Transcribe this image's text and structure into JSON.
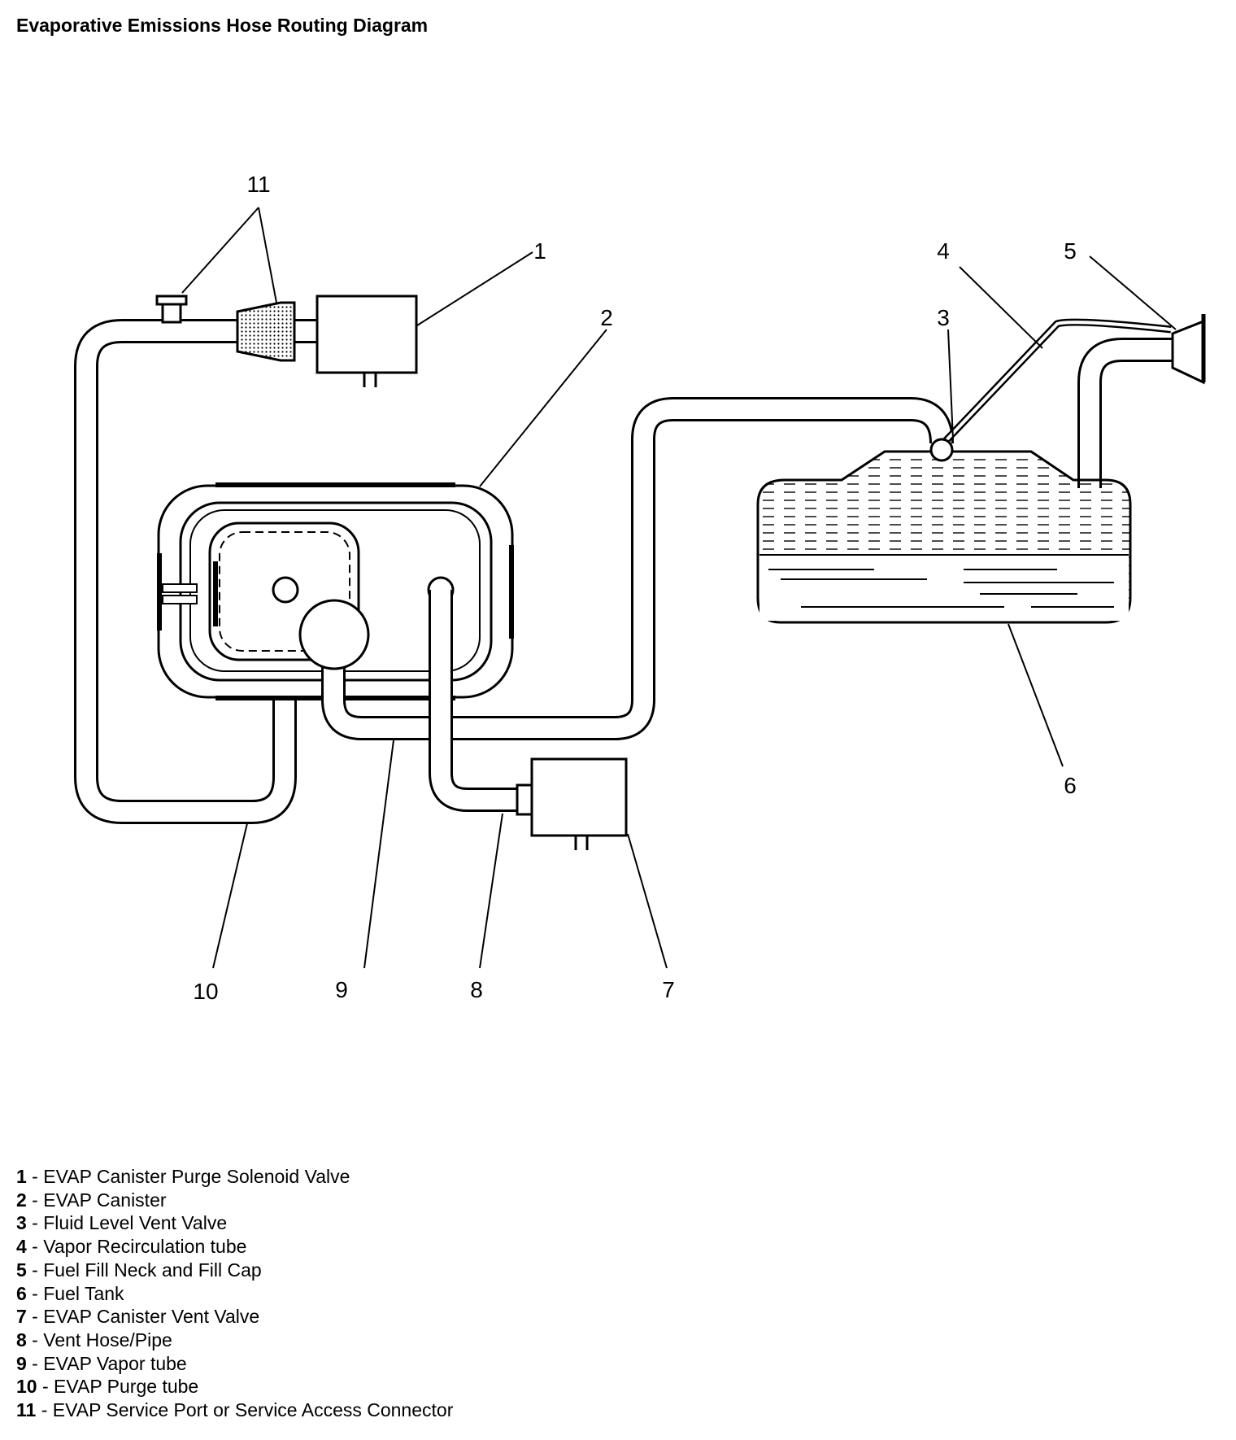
{
  "title": "Evaporative Emissions Hose Routing Diagram",
  "callouts": {
    "c1": "1",
    "c2": "2",
    "c3": "3",
    "c4": "4",
    "c5": "5",
    "c6": "6",
    "c7": "7",
    "c8": "8",
    "c9": "9",
    "c10": "10",
    "c11": "11"
  },
  "legend": [
    {
      "num": "1",
      "text": "EVAP Canister Purge Solenoid Valve"
    },
    {
      "num": "2",
      "text": "EVAP Canister"
    },
    {
      "num": "3",
      "text": "Fluid Level Vent Valve"
    },
    {
      "num": "4",
      "text": "Vapor Recirculation tube"
    },
    {
      "num": "5",
      "text": "Fuel Fill Neck and Fill Cap"
    },
    {
      "num": "6",
      "text": "Fuel Tank"
    },
    {
      "num": "7",
      "text": "EVAP Canister Vent Valve"
    },
    {
      "num": "8",
      "text": "Vent Hose/Pipe"
    },
    {
      "num": "9",
      "text": "EVAP Vapor tube"
    },
    {
      "num": "10",
      "text": "EVAP Purge tube"
    },
    {
      "num": "11",
      "text": "EVAP Service Port or Service Access Connector"
    }
  ]
}
